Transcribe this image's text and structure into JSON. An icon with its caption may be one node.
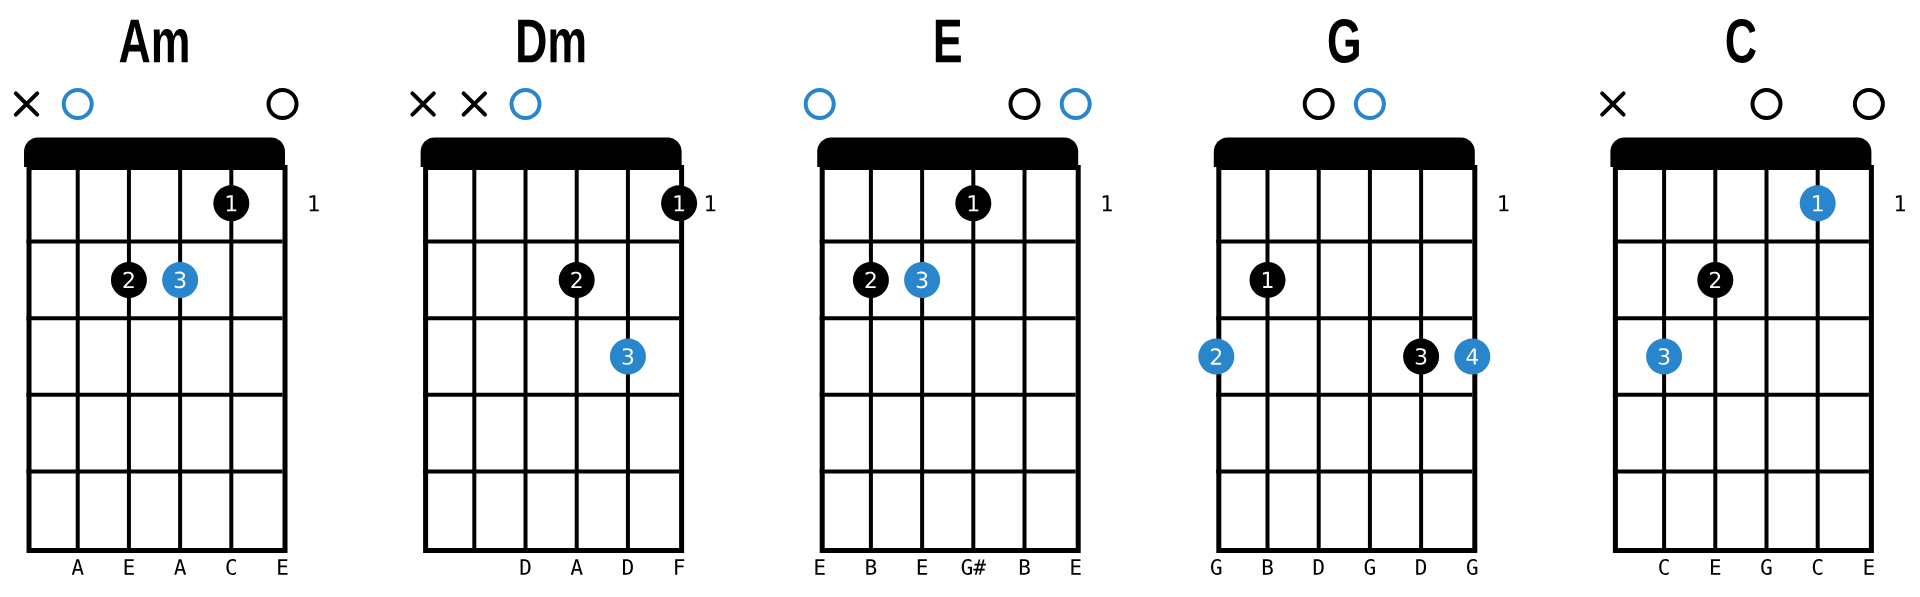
{
  "diagram": {
    "nodes": [
      {
        "text": [
          "Am"
        ],
        "beside": [
          "A",
          "E",
          "A",
          "C",
          "E"
        ]
      },
      {
        "text": [],
        "shape": "cross"
      },
      {
        "text": [],
        "shape": "circle"
      },
      {
        "text": [],
        "shape": "circle"
      },
      {
        "text": [
          "1"
        ],
        "in": 0
      },
      {
        "text": [
          "2"
        ],
        "in": 0
      },
      {
        "text": [
          "3"
        ],
        "in": 0
      },
      {
        "text": [
          "Dm"
        ],
        "beside": [
          "D",
          "A",
          "D",
          "F"
        ]
      },
      {
        "text": [],
        "shape": "cross"
      },
      {
        "text": [],
        "shape": "cross"
      },
      {
        "text": [],
        "shape": "circle"
      },
      {
        "text": [
          "1"
        ],
        "in": 7
      },
      {
        "text": [
          "2"
        ],
        "in": 7
      },
      {
        "text": [
          "3"
        ],
        "in": 7
      },
      {
        "text": [
          "E"
        ],
        "beside": [
          "E",
          "B",
          "E",
          "G#",
          "B",
          "E"
        ]
      },
      {
        "text": [],
        "shape": "circle"
      },
      {
        "text": [],
        "shape": "circle"
      },
      {
        "text": [],
        "shape": "circle"
      },
      {
        "text": [
          "1"
        ],
        "in": 14
      },
      {
        "text": [
          "2"
        ],
        "in": 14
      },
      {
        "text": [
          "3"
        ],
        "in": 14
      },
      {
        "text": [
          "G"
        ],
        "beside": [
          "G",
          "B",
          "D",
          "G",
          "D",
          "G"
        ]
      },
      {
        "text": [],
        "shape": "circle"
      },
      {
        "text": [],
        "shape": "circle"
      },
      {
        "text": [
          "1"
        ],
        "in": 21
      },
      {
        "text": [
          "2"
        ],
        "in": 21
      },
      {
        "text": [
          "3"
        ],
        "in": 21
      },
      {
        "text": [
          "4"
        ],
        "in": 21
      },
      {
        "text": [
          "C"
        ],
        "beside": [
          "C",
          "E",
          "G",
          "C",
          "E"
        ]
      },
      {
        "text": [],
        "shape": "cross"
      },
      {
        "text": [],
        "shape": "circle"
      },
      {
        "text": [],
        "shape": "circle"
      },
      {
        "text": [
          "1"
        ],
        "in": 28
      },
      {
        "text": [
          "2"
        ],
        "in": 28
      },
      {
        "text": [
          "3"
        ],
        "in": 28
      }
    ],
    "labels": [
      "1",
      "1",
      "1",
      "1",
      "1"
    ]
  }
}
